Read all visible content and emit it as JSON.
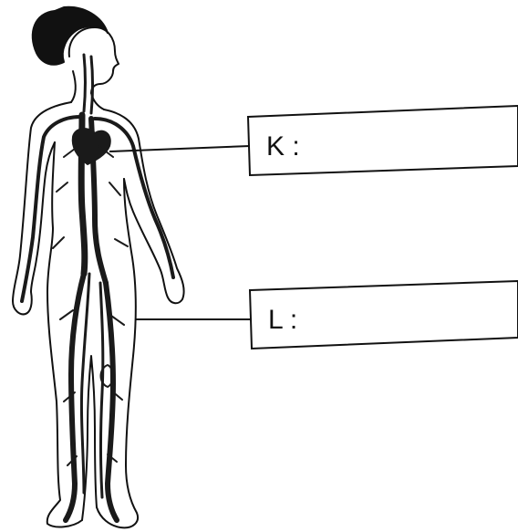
{
  "diagram": {
    "labels": [
      {
        "id": "K",
        "text": "K :"
      },
      {
        "id": "L",
        "text": "L :"
      }
    ]
  },
  "colors": {
    "ink": "#111111",
    "vessel": "#1a1a1a",
    "background": "#ffffff"
  }
}
